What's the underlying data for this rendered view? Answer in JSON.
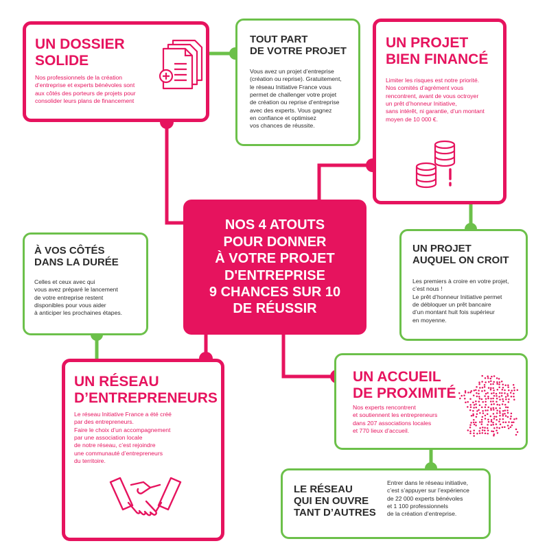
{
  "center": {
    "text": "NOS 4 ATOUTS\nPOUR DONNER\nÀ VOTRE PROJET\nD'ENTREPRISE\n9 CHANCES SUR 10\nDE RÉUSSIR"
  },
  "dossier": {
    "title": "UN DOSSIER\nSOLIDE",
    "body": "Nos professionnels de la création\nd’entreprise et experts bénévoles sont\naux côtés des porteurs de projets pour\nconsolider leurs plans de financement"
  },
  "tout_part": {
    "title": "TOUT PART\nDE VOTRE PROJET",
    "body": "Vous avez un projet d’entreprise\n(création ou reprise). Gratuitement,\nle réseau Initiative France vous\npermet de challenger votre projet\nde création ou reprise d’entreprise\navec des experts. Vous gagnez\nen confiance et optimisez\nvos chances de réussite."
  },
  "finance": {
    "title": "UN PROJET\nBIEN FINANCÉ",
    "body": "Limiter les risques est notre priorité.\nNos comités d’agrément vous\nrencontrent, avant de vous octroyer\nun prêt d’honneur Initiative,\nsans intérêt, ni garantie, d’un montant\nmoyen de 10 000 €."
  },
  "croit": {
    "title": "UN PROJET\nAUQUEL ON CROIT",
    "body": "Les premiers à croire en votre projet,\nc’est nous !\nLe prêt d’honneur Initiative permet\nde débloquer un prêt bancaire\nd’un montant huit fois supérieur\nen moyenne."
  },
  "cotes": {
    "title": "À VOS CÔTÉS\nDANS LA DURÉE",
    "body": "Celles et ceux avec qui\nvous avez préparé le lancement\nde votre entreprise restent\ndisponibles pour vous aider\nà anticiper les prochaines étapes."
  },
  "reseau": {
    "title": "UN RÉSEAU\nD’ENTREPRENEURS",
    "body": "Le réseau Initiative France a été créé\npar des entrepreneurs.\nFaire le choix d’un accompagnement\npar une association locale\nde notre réseau, c’est rejoindre\nune communauté d’entrepreneurs\ndu territoire."
  },
  "accueil": {
    "title": "UN ACCUEIL\nDE PROXIMITÉ",
    "body": "Nos experts rencontrent\net soutiennent les entrepreneurs\ndans 207 associations locales\net 770 lieux d’accueil."
  },
  "ouvre": {
    "title": "LE RÉSEAU\nQUI EN OUVRE\nTANT D’AUTRES",
    "body": "Entrer dans le réseau initiative,\nc’est s’appuyer sur l’expérience\nde 22 000 experts bénévoles\net 1 100 professionnels\nde la création d’entreprise."
  },
  "colors": {
    "pink": "#e6135e",
    "green": "#6cc04a",
    "dark": "#2b2b2b"
  },
  "icons": {
    "dossier": "documents-icon",
    "finance": "coins-icon",
    "reseau": "handshake-icon",
    "accueil": "france-dot-map-icon"
  }
}
